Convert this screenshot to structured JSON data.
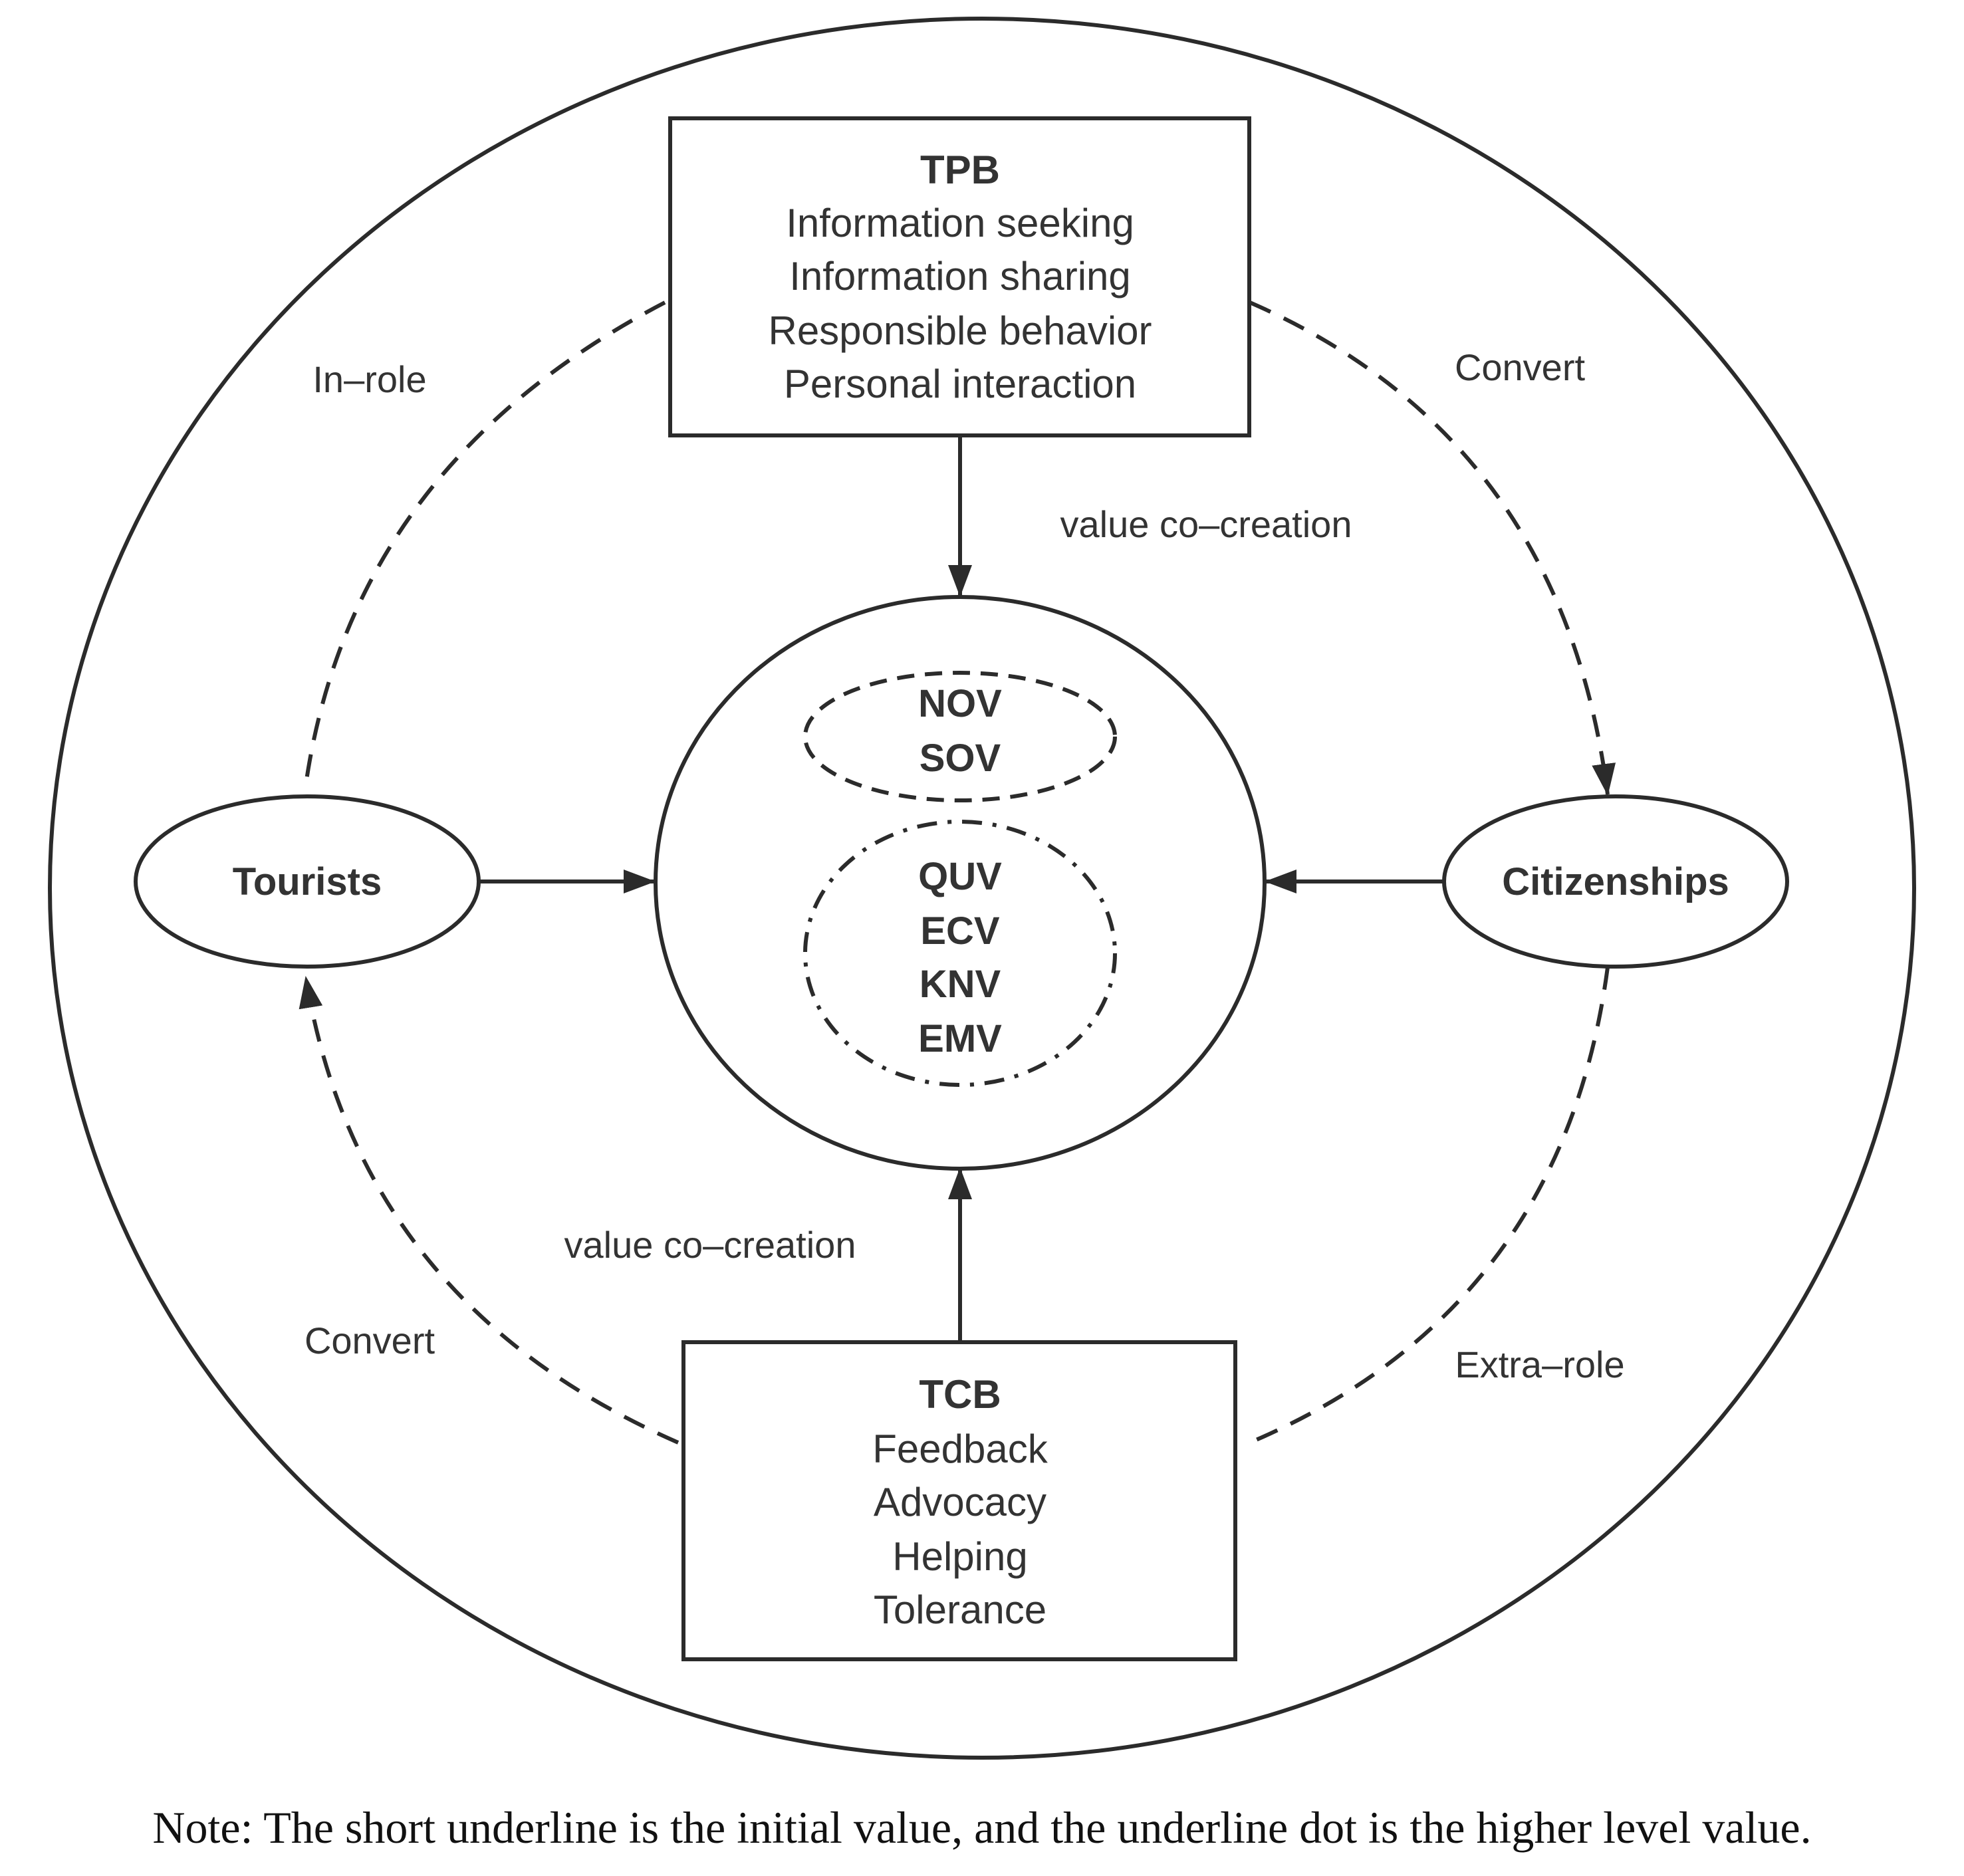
{
  "tpb": {
    "title": "TPB",
    "items": [
      "Information seeking",
      "Information sharing",
      "Responsible behavior",
      "Personal interaction"
    ]
  },
  "tcb": {
    "title": "TCB",
    "items": [
      "Feedback",
      "Advocacy",
      "Helping",
      "Tolerance"
    ]
  },
  "center": {
    "initial_values": [
      "NOV",
      "SOV"
    ],
    "higher_values": [
      "QUV",
      "ECV",
      "KNV",
      "EMV"
    ]
  },
  "tourists": "Tourists",
  "citizenships": "Citizenships",
  "labels": {
    "in_role": "In–role",
    "convert_top": "Convert",
    "convert_bottom": "Convert",
    "extra_role": "Extra–role",
    "value_top": "value co–creation",
    "value_bottom": "value co–creation"
  },
  "note": "Note: The short underline is the initial value, and the underline dot is the higher level value.",
  "colors": {
    "stroke": "#2b2b2b",
    "text": "#333333"
  }
}
